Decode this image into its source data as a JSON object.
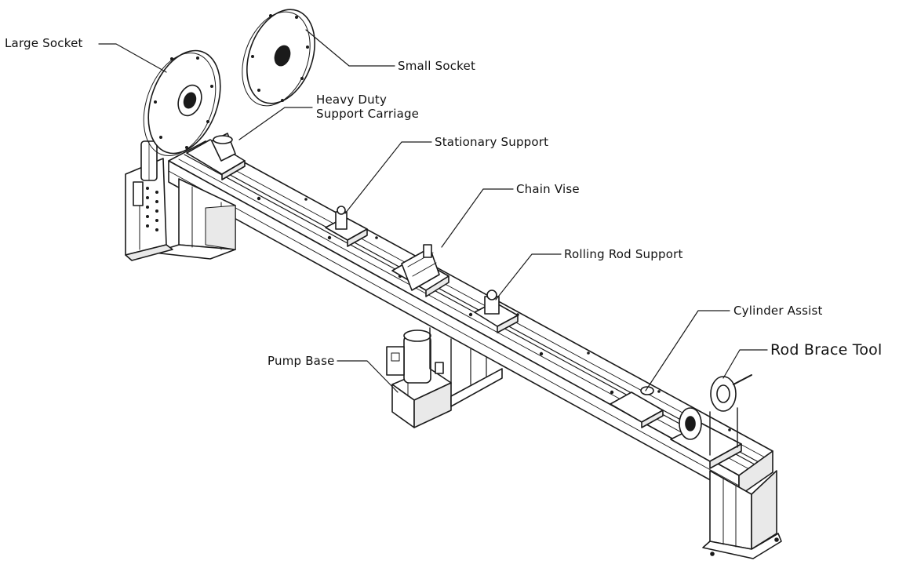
{
  "diagram": {
    "labels": {
      "large_socket": "Large Socket",
      "small_socket": "Small Socket",
      "heavy_duty_line1": "Heavy Duty",
      "heavy_duty_line2": "Support Carriage",
      "stationary_support": "Stationary Support",
      "chain_vise": "Chain Vise",
      "rolling_rod_support": "Rolling Rod Support",
      "cylinder_assist": "Cylinder Assist",
      "pump_base": "Pump Base",
      "rod_brace_tool": "Rod Brace Tool"
    },
    "colors": {
      "line": "#1a1a1a",
      "fill": "#ffffff",
      "shade": "#e9e9e9"
    }
  }
}
